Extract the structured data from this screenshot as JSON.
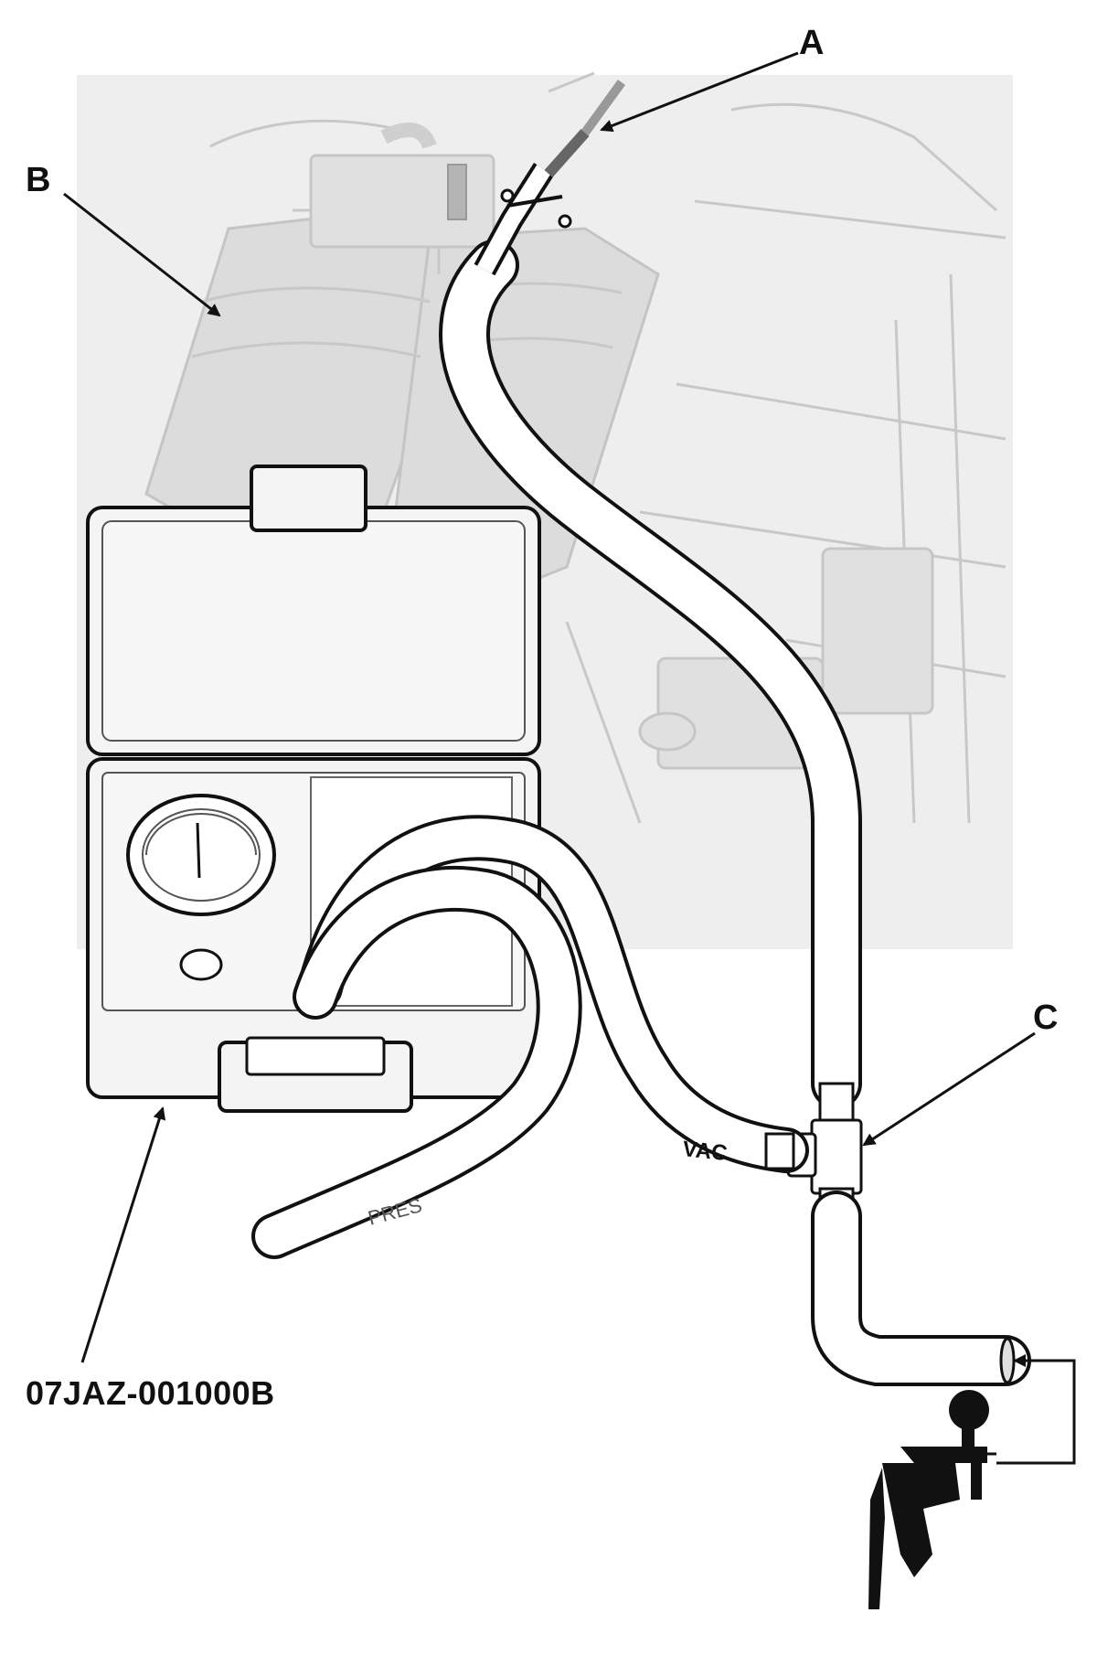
{
  "callouts": {
    "a": "A",
    "b": "B",
    "c": "C",
    "tester_part_number": "07JAZ-001000B"
  },
  "hose_markings": {
    "vac": "VAC",
    "pres": "PRES"
  },
  "colors": {
    "ink": "#111111",
    "background_part": "#e6e6e6",
    "hose_fill": "#ffffff"
  },
  "icons": [
    "vacuum-pump-icon",
    "gauge-icon"
  ]
}
